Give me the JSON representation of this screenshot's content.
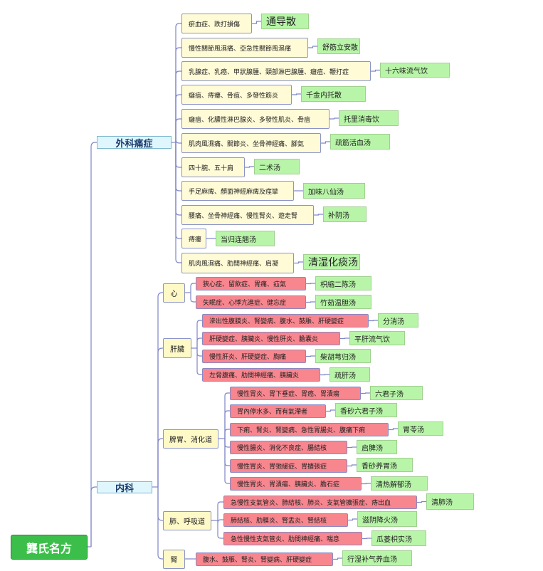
{
  "root": "龔氏名方",
  "categories": [
    {
      "name": "外科痛症",
      "groups": [
        {
          "conditions": [
            {
              "text": "瘀血症、跌打損傷",
              "remedy": "通导散"
            },
            {
              "text": "慢性關節風濕痛、亞急性關節風濕痛",
              "remedy": "舒筋立安散"
            },
            {
              "text": "乳腺症、乳癌、甲狀腺腫、頸部淋巴腺腫、癰疽、鞭打症",
              "remedy": "十六味流气饮"
            },
            {
              "text": "癰疽、痔瘻、骨疽、多發性筋炎",
              "remedy": "千金内托散"
            },
            {
              "text": "癰疽、化膿性淋巴腺炎、多發性肌炎、骨疽",
              "remedy": "托里消毒饮"
            },
            {
              "text": "肌肉風濕痛、關節炎、坐骨神經痛、腳氣",
              "remedy": "疏筋活血汤"
            },
            {
              "text": "四十腕、五十肩",
              "remedy": "二术汤"
            },
            {
              "text": "手足麻痺、顏面神經麻痺及痙攣",
              "remedy": "加味八仙汤"
            },
            {
              "text": "腰痛、坐骨神經痛、慢性腎炎、遊走腎",
              "remedy": "补阴汤"
            },
            {
              "text": "痔瘻",
              "remedy": "当归连翘汤"
            },
            {
              "text": "肌肉風濕痛、肋間神經痛、肩凝",
              "remedy": "清湿化痰汤"
            }
          ]
        }
      ]
    },
    {
      "name": "内科",
      "groups": [
        {
          "name": "心",
          "conditions": [
            {
              "text": "狹心症、留飲症、胃痛、疝氣",
              "remedy": "枳縮二陈汤"
            },
            {
              "text": "失眠症、心悸亢進症、健忘症",
              "remedy": "竹茹温胆汤"
            }
          ]
        },
        {
          "name": "肝臟",
          "conditions": [
            {
              "text": "滲出性腹膜炎、腎變病、腹水、鼓脹、肝硬變症",
              "remedy": "分消汤"
            },
            {
              "text": "肝硬變症、胰臟炎、慢性肝炎、膽囊炎",
              "remedy": "平肝流气饮"
            },
            {
              "text": "慢性肝炎、肝硬變症、胸痛",
              "remedy": "柴胡芎归汤"
            },
            {
              "text": "左脅腹痛、肋間神經痛、胰臟炎",
              "remedy": "疏肝汤"
            }
          ]
        },
        {
          "name": "脾胃、消化道",
          "conditions": [
            {
              "text": "慢性胃炎、胃下垂症、胃癌、胃潰瘍",
              "remedy": "六君子汤"
            },
            {
              "text": "胃內停水多、而有氣滯者",
              "remedy": "香砂六君子汤"
            },
            {
              "text": "下痢、腎炎、腎變病、急性胃腸炎、腹痛下痢",
              "remedy": "胃苓汤"
            },
            {
              "text": "慢性腸炎、消化不良症、腸結核",
              "remedy": "启脾汤"
            },
            {
              "text": "慢性胃炎、胃弛緩症、胃擴張症",
              "remedy": "香砂养胃汤"
            },
            {
              "text": "慢性胃炎、胃潰瘍、胰臟炎、膽石症",
              "remedy": "清热解郁汤"
            }
          ]
        },
        {
          "name": "肺、呼吸道",
          "conditions": [
            {
              "text": "急慢性支氣管炎、肺結核、肺炎、支氣管擴張症、痔出血",
              "remedy": "清肺汤"
            },
            {
              "text": "肺結核、肋膜炎、腎盂炎、腎結核",
              "remedy": "滋阴降火汤"
            },
            {
              "text": "急性慢性支氣管炎、肋間神經痛、喘息",
              "remedy": "瓜蒌枳实汤"
            }
          ]
        },
        {
          "name": "腎",
          "conditions": [
            {
              "text": "腹水、鼓脹、腎炎、腎變病、肝硬變症",
              "remedy": "行湿补气养血汤"
            }
          ]
        }
      ]
    }
  ]
}
